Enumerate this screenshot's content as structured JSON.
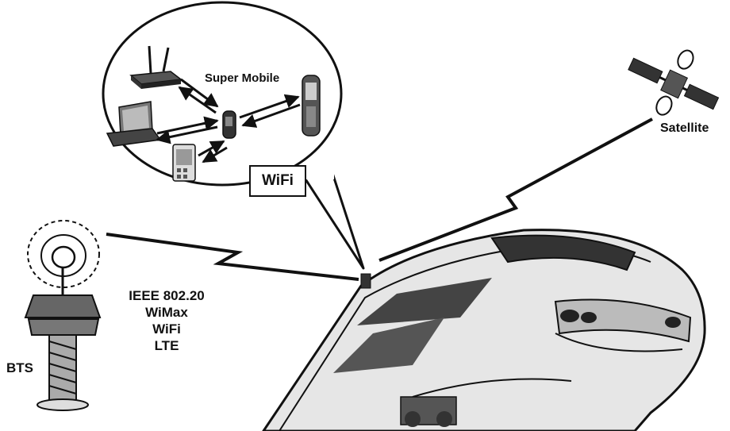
{
  "labels": {
    "super_mobile": "Super Mobile",
    "satellite": "Satellite",
    "wifi_callout": "WiFi",
    "bts": "BTS"
  },
  "technologies": [
    "IEEE 802.20",
    "WiMax",
    "WiFi",
    "LTE"
  ],
  "icons": [
    "router-icon",
    "laptop-icon",
    "pda-icon",
    "super-mobile-phone-icon",
    "mobile-phone-icon",
    "satellite-icon",
    "bts-tower-icon",
    "train-icon"
  ],
  "colors": {
    "ink": "#111111",
    "train_body": "#e6e6e6",
    "background": "#ffffff"
  }
}
